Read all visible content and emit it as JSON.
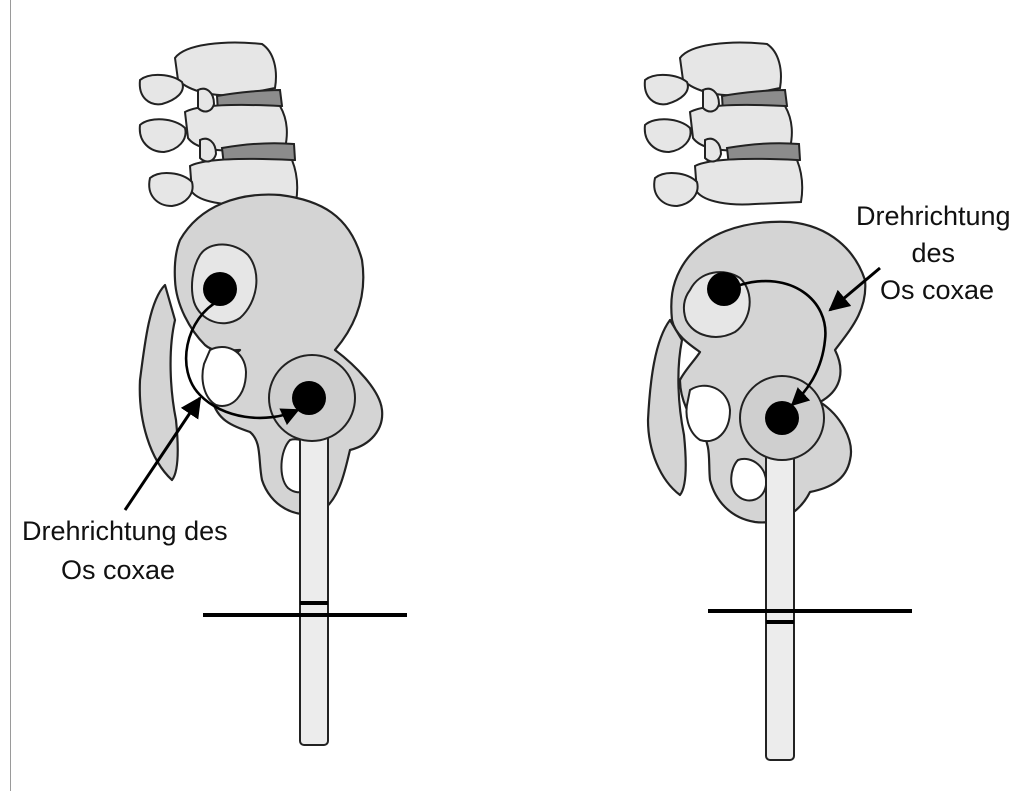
{
  "panels": [
    {
      "label": [
        "Drehrichtung des",
        "Os coxae"
      ]
    },
    {
      "label": [
        "Drehrichtung",
        "des",
        "Os coxae"
      ]
    }
  ]
}
